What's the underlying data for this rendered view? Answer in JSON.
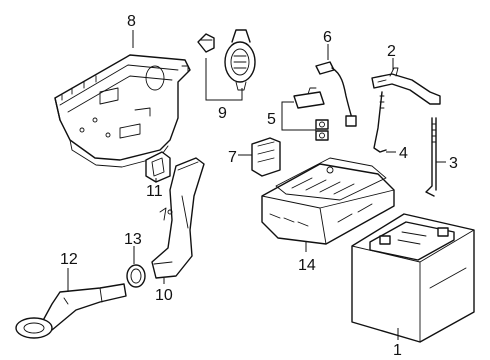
{
  "callouts": {
    "c1": "1",
    "c2": "2",
    "c3": "3",
    "c4": "4",
    "c5": "5",
    "c6": "6",
    "c7": "7",
    "c8": "8",
    "c9": "9",
    "c10": "10",
    "c11": "11",
    "c12": "12",
    "c13": "13",
    "c14": "14"
  },
  "parts": {
    "p1": "battery",
    "p2": "hold-down-bracket",
    "p3": "hold-down-bolt",
    "p4": "hold-down-rod",
    "p5": "sensor-with-nuts",
    "p6": "ground-cable",
    "p7": "mounting-clip",
    "p8": "battery-tray",
    "p9": "vent-fitting-and-cover",
    "p10": "vent-duct",
    "p11": "seal-ring",
    "p12": "drain-tube",
    "p13": "grommet",
    "p14": "insulator-cover"
  }
}
